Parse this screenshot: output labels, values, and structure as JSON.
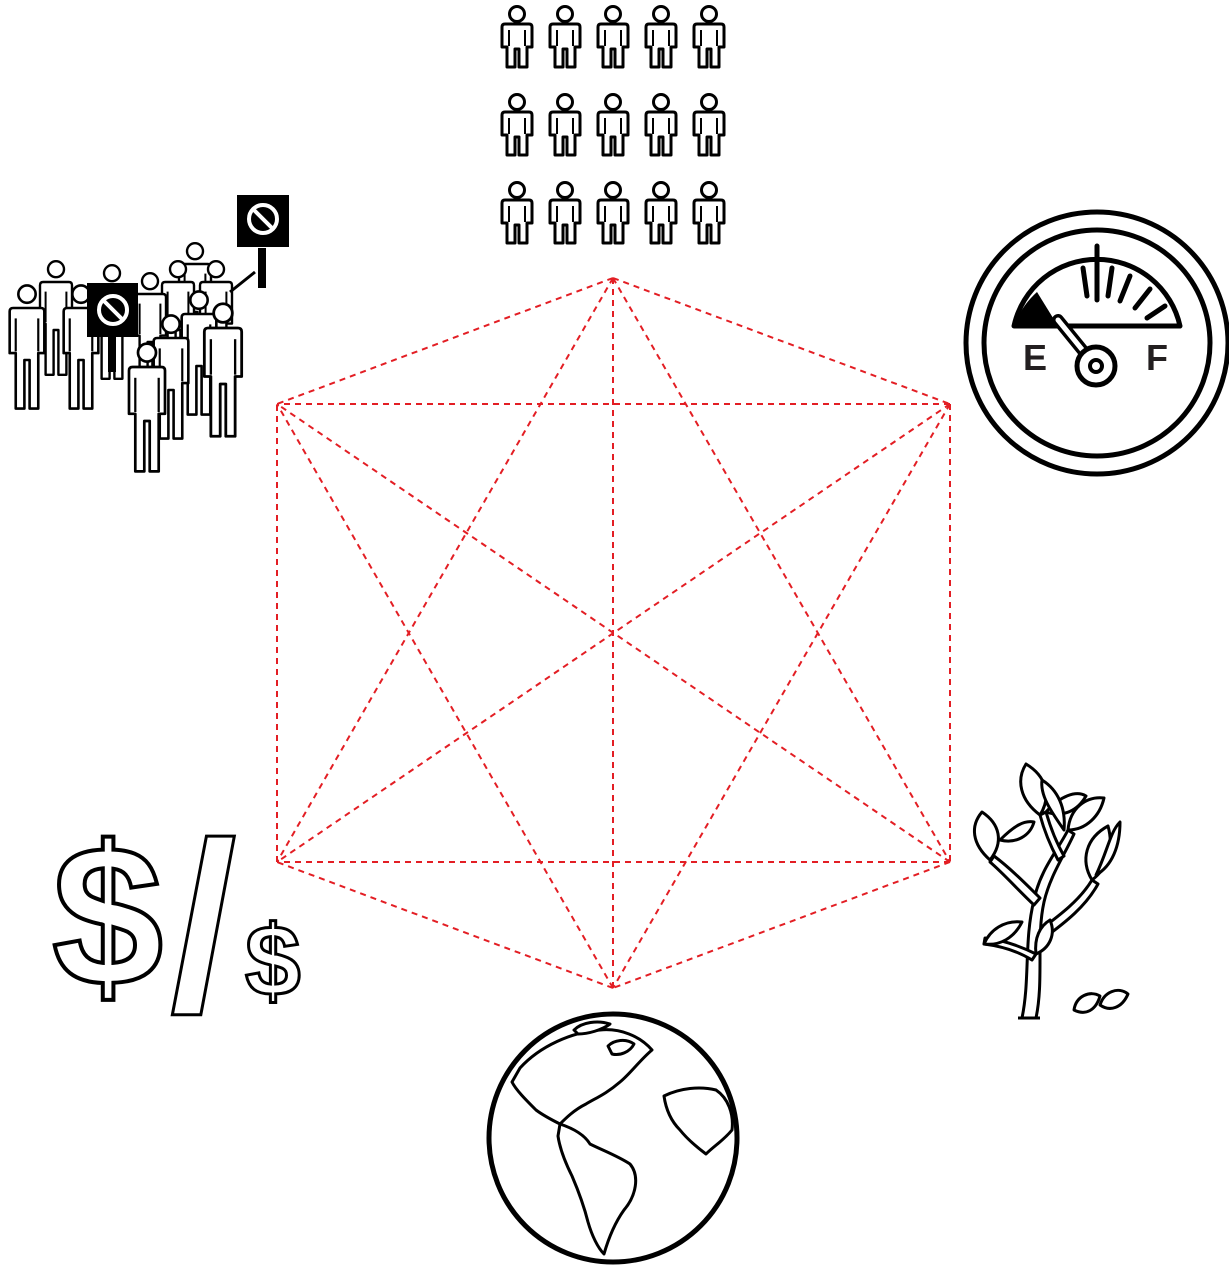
{
  "diagram": {
    "type": "hexagon-network",
    "edge_color": "#e31e24",
    "icon_color": "#000000",
    "nodes": [
      {
        "id": "top",
        "icon": "population-crowd-icon"
      },
      {
        "id": "upper-right",
        "icon": "fuel-gauge-icon"
      },
      {
        "id": "lower-right",
        "icon": "growing-plant-icon"
      },
      {
        "id": "bottom",
        "icon": "earth-globe-icon"
      },
      {
        "id": "lower-left",
        "icon": "dollar-ratio-icon"
      },
      {
        "id": "upper-left",
        "icon": "protest-crowd-icon"
      }
    ],
    "edges": "complete-graph"
  },
  "fuel_gauge": {
    "empty_label": "E",
    "full_label": "F",
    "level": 0.1
  },
  "money": {
    "big_symbol": "$",
    "separator": "/",
    "small_symbol": "$"
  }
}
